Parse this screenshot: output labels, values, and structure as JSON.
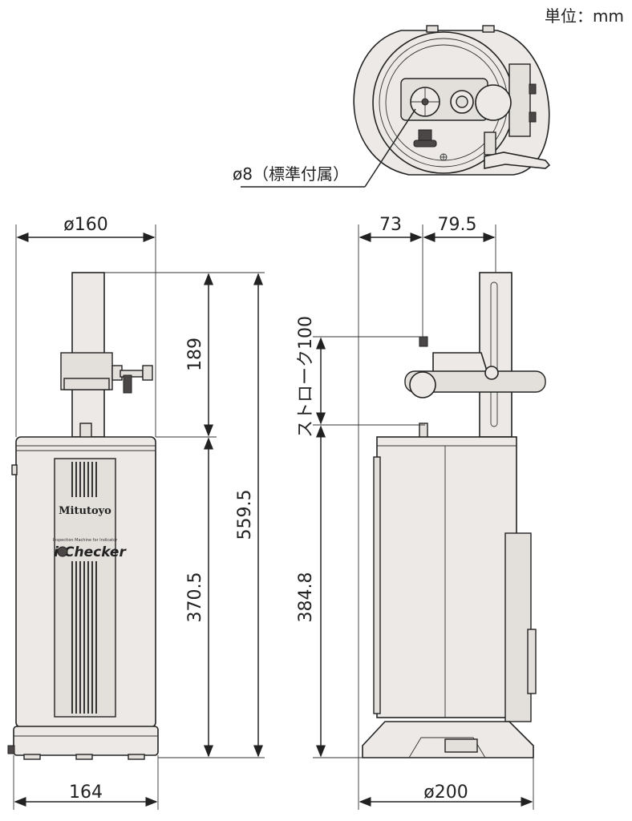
{
  "unit_label": "単位：mm",
  "brand": {
    "logo": "Mitutoyo",
    "tagline": "Inspection Machine for Indicator",
    "product": "i-Checker"
  },
  "callout": "ø8（標準付属）",
  "dimensions": {
    "front_width_top": "ø160",
    "front_width_bottom": "164",
    "column_height": "189",
    "body_height": "370.5",
    "total_height": "559.5",
    "side_offset_left": "73",
    "side_offset_right": "79.5",
    "stroke": "ストローク100",
    "side_height": "384.8",
    "base_diameter": "ø200"
  }
}
